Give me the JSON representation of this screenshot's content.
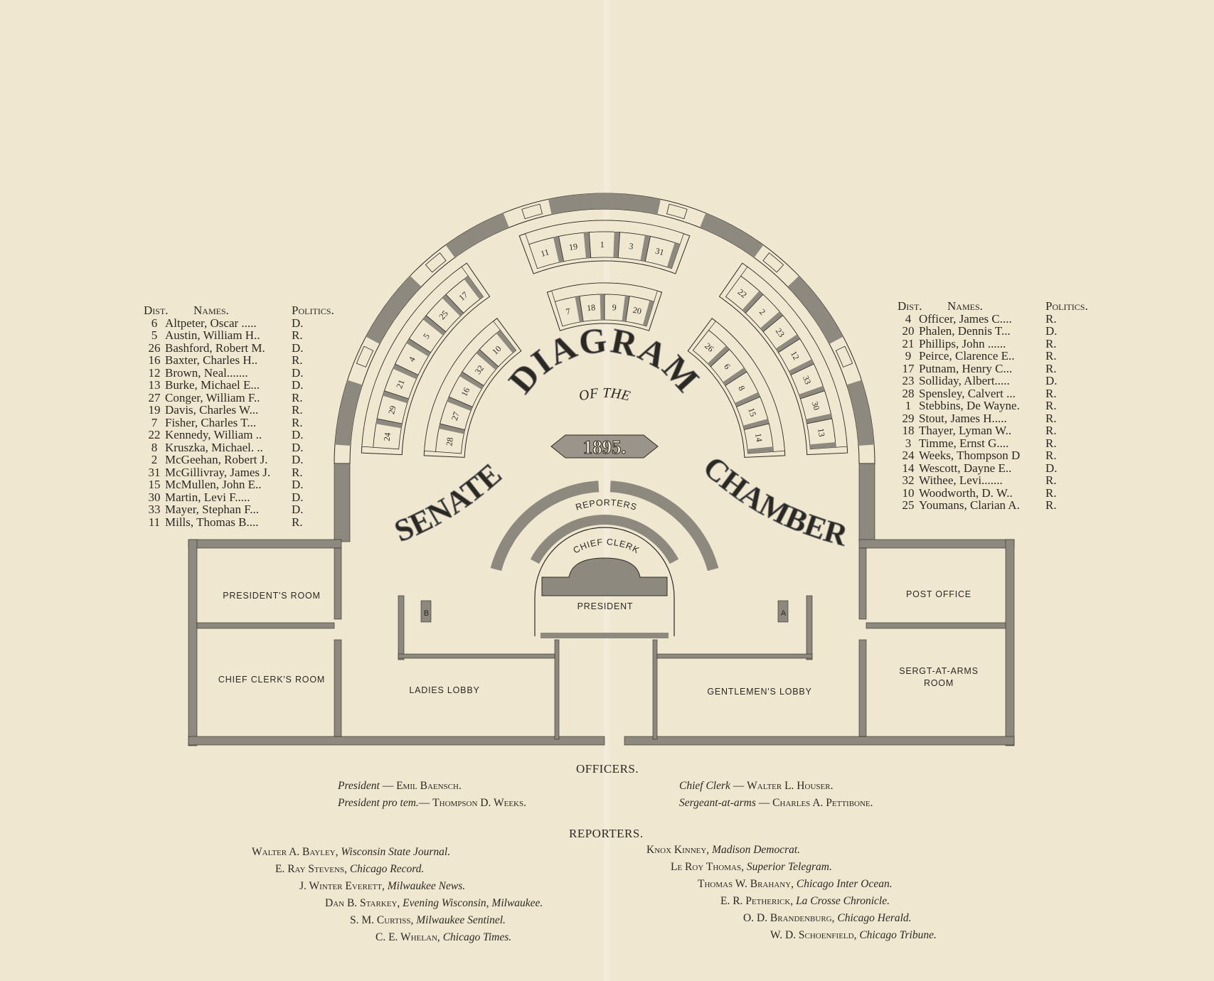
{
  "title": {
    "diagram": "DIAGRAM",
    "of_the": "OF THE",
    "year": "1895.",
    "senate": "SENATE",
    "chamber": "CHAMBER"
  },
  "colors": {
    "paper": "#f0e7d1",
    "wall": "#8e897f",
    "ink": "#2c2822"
  },
  "seats": {
    "outer_left": [
      "24",
      "29",
      "21",
      "4",
      "5",
      "25",
      "17"
    ],
    "outer_top": [
      "11",
      "19",
      "1",
      "3",
      "31"
    ],
    "outer_right": [
      "22",
      "2",
      "23",
      "12",
      "33",
      "30",
      "13"
    ],
    "inner_left": [
      "28",
      "27",
      "16",
      "32",
      "10"
    ],
    "inner_top": [
      "7",
      "18",
      "9",
      "20"
    ],
    "inner_right": [
      "26",
      "6",
      "8",
      "15",
      "14"
    ]
  },
  "rooms": {
    "presidents_room": "PRESIDENT'S ROOM",
    "chief_clerks_room": "CHIEF CLERK'S ROOM",
    "ladies_lobby": "LADIES LOBBY",
    "gentlemens_lobby": "GENTLEMEN'S LOBBY",
    "post_office": "POST OFFICE",
    "sergt_line1": "SERGT-AT-ARMS",
    "sergt_line2": "ROOM",
    "president": "PRESIDENT",
    "reporters": "REPORTERS",
    "chief_clerk": "CHIEF CLERK",
    "door_b": "B",
    "door_a": "A"
  },
  "table_headers": {
    "dist": "Dist.",
    "names": "Names.",
    "politics": "Politics."
  },
  "left_table": [
    [
      "6",
      "Altpeter, Oscar .....",
      "D."
    ],
    [
      "5",
      "Austin, William H..",
      "R."
    ],
    [
      "26",
      "Bashford, Robert M.",
      "D."
    ],
    [
      "16",
      "Baxter, Charles H..",
      "R."
    ],
    [
      "12",
      "Brown, Neal.......",
      "D."
    ],
    [
      "13",
      "Burke, Michael E...",
      "D."
    ],
    [
      "27",
      "Conger, William F..",
      "R."
    ],
    [
      "19",
      "Davis, Charles W...",
      "R."
    ],
    [
      "7",
      "Fisher, Charles T...",
      "R."
    ],
    [
      "22",
      "Kennedy, William ..",
      "D."
    ],
    [
      "8",
      "Kruszka, Michael. ..",
      "D."
    ],
    [
      "2",
      "McGeehan, Robert J.",
      "D."
    ],
    [
      "31",
      "McGillivray, James J.",
      "R."
    ],
    [
      "15",
      "McMullen, John E..",
      "D."
    ],
    [
      "30",
      "Martin, Levi F.....",
      "D."
    ],
    [
      "33",
      "Mayer, Stephan F...",
      "D."
    ],
    [
      "11",
      "Mills, Thomas B....",
      "R."
    ]
  ],
  "right_table": [
    [
      "4",
      "Officer, James C....",
      "R."
    ],
    [
      "20",
      "Phalen, Dennis T...",
      "D."
    ],
    [
      "21",
      "Phillips, John ......",
      "R."
    ],
    [
      "9",
      "Peirce, Clarence E..",
      "R."
    ],
    [
      "17",
      "Putnam, Henry C...",
      "R."
    ],
    [
      "23",
      "Solliday, Albert.....",
      "D."
    ],
    [
      "28",
      "Spensley, Calvert ...",
      "R."
    ],
    [
      "1",
      "Stebbins, De Wayne.",
      "R."
    ],
    [
      "29",
      "Stout, James H.....",
      "R."
    ],
    [
      "18",
      "Thayer, Lyman W..",
      "R."
    ],
    [
      "3",
      "Timme, Ernst G....",
      "R."
    ],
    [
      "24",
      "Weeks, Thompson D",
      "R."
    ],
    [
      "14",
      "Wescott, Dayne E..",
      "D."
    ],
    [
      "32",
      "Withee, Levi.......",
      "R."
    ],
    [
      "10",
      "Woodworth, D. W..",
      "R."
    ],
    [
      "25",
      "Youmans, Clarian A.",
      "R."
    ]
  ],
  "officers": {
    "heading": "OFFICERS.",
    "items": [
      {
        "role": "President",
        "sep": " — ",
        "name": "Emil Baensch."
      },
      {
        "role": "President pro tem.",
        "sep": "— ",
        "name": "Thompson D. Weeks."
      },
      {
        "role": "Chief Clerk",
        "sep": " — ",
        "name": "Walter L. Houser."
      },
      {
        "role": "Sergeant-at-arms",
        "sep": " — ",
        "name": "Charles A. Pettibone."
      }
    ]
  },
  "reporters": {
    "heading": "REPORTERS.",
    "items": [
      {
        "name": "Walter A. Bayley, ",
        "paper": "Wisconsin State Journal."
      },
      {
        "name": "E. Ray Stevens, ",
        "paper": "Chicago Record."
      },
      {
        "name": "J. Winter Everett, ",
        "paper": "Milwaukee News."
      },
      {
        "name": "Dan B. Starkey, ",
        "paper": "Evening Wisconsin, Milwaukee."
      },
      {
        "name": "S. M. Curtiss, ",
        "paper": "Milwaukee Sentinel."
      },
      {
        "name": "C. E. Whelan, ",
        "paper": "Chicago Times."
      },
      {
        "name": "Knox Kinney, ",
        "paper": "Madison Democrat."
      },
      {
        "name": "Le Roy Thomas, ",
        "paper": "Superior Telegram."
      },
      {
        "name": "Thomas W. Brahany, ",
        "paper": "Chicago Inter Ocean."
      },
      {
        "name": "E. R. Petherick, ",
        "paper": "La Crosse Chronicle."
      },
      {
        "name": "O. D. Brandenburg, ",
        "paper": "Chicago Herald."
      },
      {
        "name": "W. D. Schoenfield, ",
        "paper": "Chicago Tribune."
      }
    ]
  }
}
